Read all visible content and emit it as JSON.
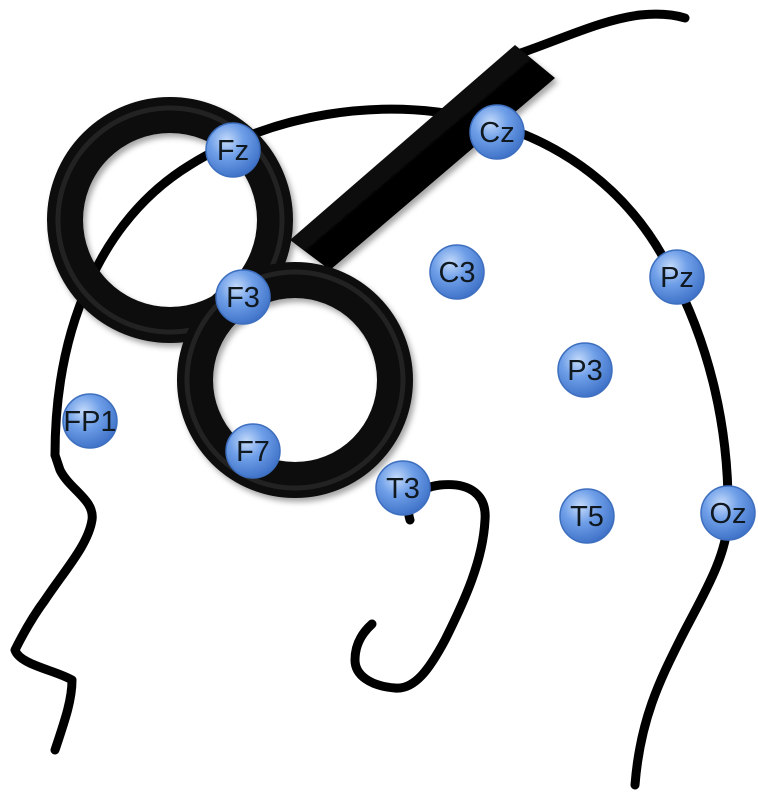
{
  "colors": {
    "electrode_fill": "#5a8fe0",
    "electrode_highlight": "#a9c8f5",
    "electrode_edge": "#3e6fbf",
    "coil": "#0a0a0a",
    "outline": "#000000"
  },
  "electrodes": [
    {
      "id": "fz",
      "label": "Fz"
    },
    {
      "id": "cz",
      "label": "Cz"
    },
    {
      "id": "c3",
      "label": "C3"
    },
    {
      "id": "pz",
      "label": "Pz"
    },
    {
      "id": "f3",
      "label": "F3"
    },
    {
      "id": "p3",
      "label": "P3"
    },
    {
      "id": "fp1",
      "label": "FP1"
    },
    {
      "id": "f7",
      "label": "F7"
    },
    {
      "id": "t3",
      "label": "T3"
    },
    {
      "id": "t5",
      "label": "T5"
    },
    {
      "id": "oz",
      "label": "Oz"
    }
  ],
  "icons": {
    "coil": "figure-eight-tms-coil-icon",
    "head": "head-profile-outline"
  }
}
